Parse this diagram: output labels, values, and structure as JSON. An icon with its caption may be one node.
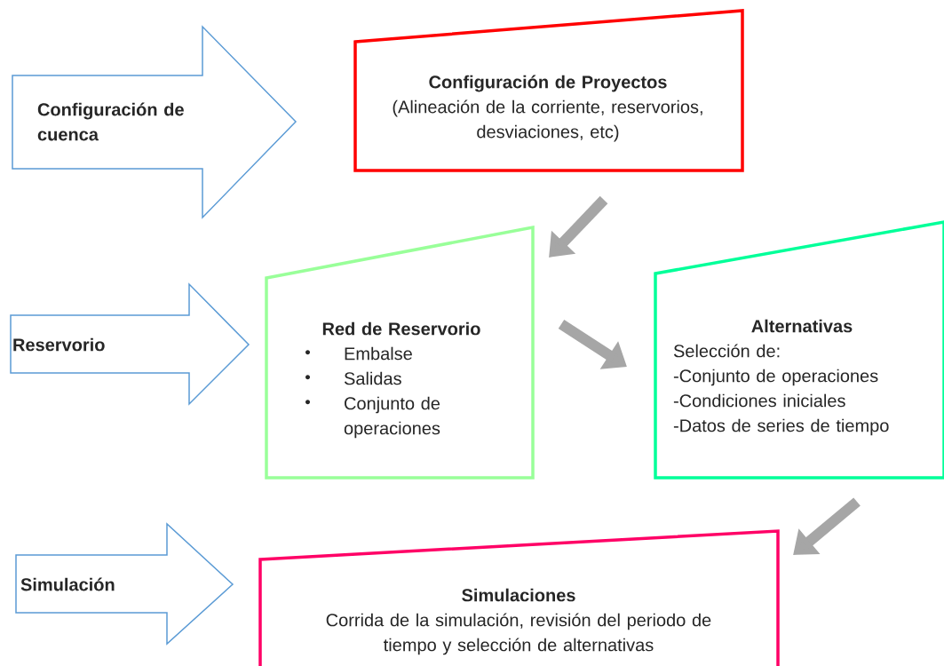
{
  "diagram": {
    "nodes": [
      {
        "text": [
          "Configuración de cuenca"
        ]
      },
      {
        "text": [
          "Configuración de Proyectos",
          "(Alineación de la corriente, reservorios, desviaciones, etc)"
        ]
      },
      {
        "text": [
          "Reservorio"
        ]
      },
      {
        "text": [
          "Red de Reservorio",
          "Embalse",
          "Salidas",
          "Conjunto de operaciones"
        ]
      },
      {
        "text": [
          "Alternativas",
          "Selección de:",
          "-Conjunto de operaciones",
          "-Condiciones iniciales",
          "-Datos de series de tiempo"
        ]
      },
      {
        "text": [
          "Simulación"
        ]
      },
      {
        "text": [
          "Simulaciones",
          "Corrida de la simulación, revisión del periodo de tiempo y selección de alternativas"
        ]
      }
    ],
    "edges": [
      {
        "from": 1,
        "to": 3,
        "arrow": "to"
      },
      {
        "from": 3,
        "to": 4,
        "arrow": "to"
      },
      {
        "from": 4,
        "to": 6,
        "arrow": "to"
      }
    ]
  }
}
